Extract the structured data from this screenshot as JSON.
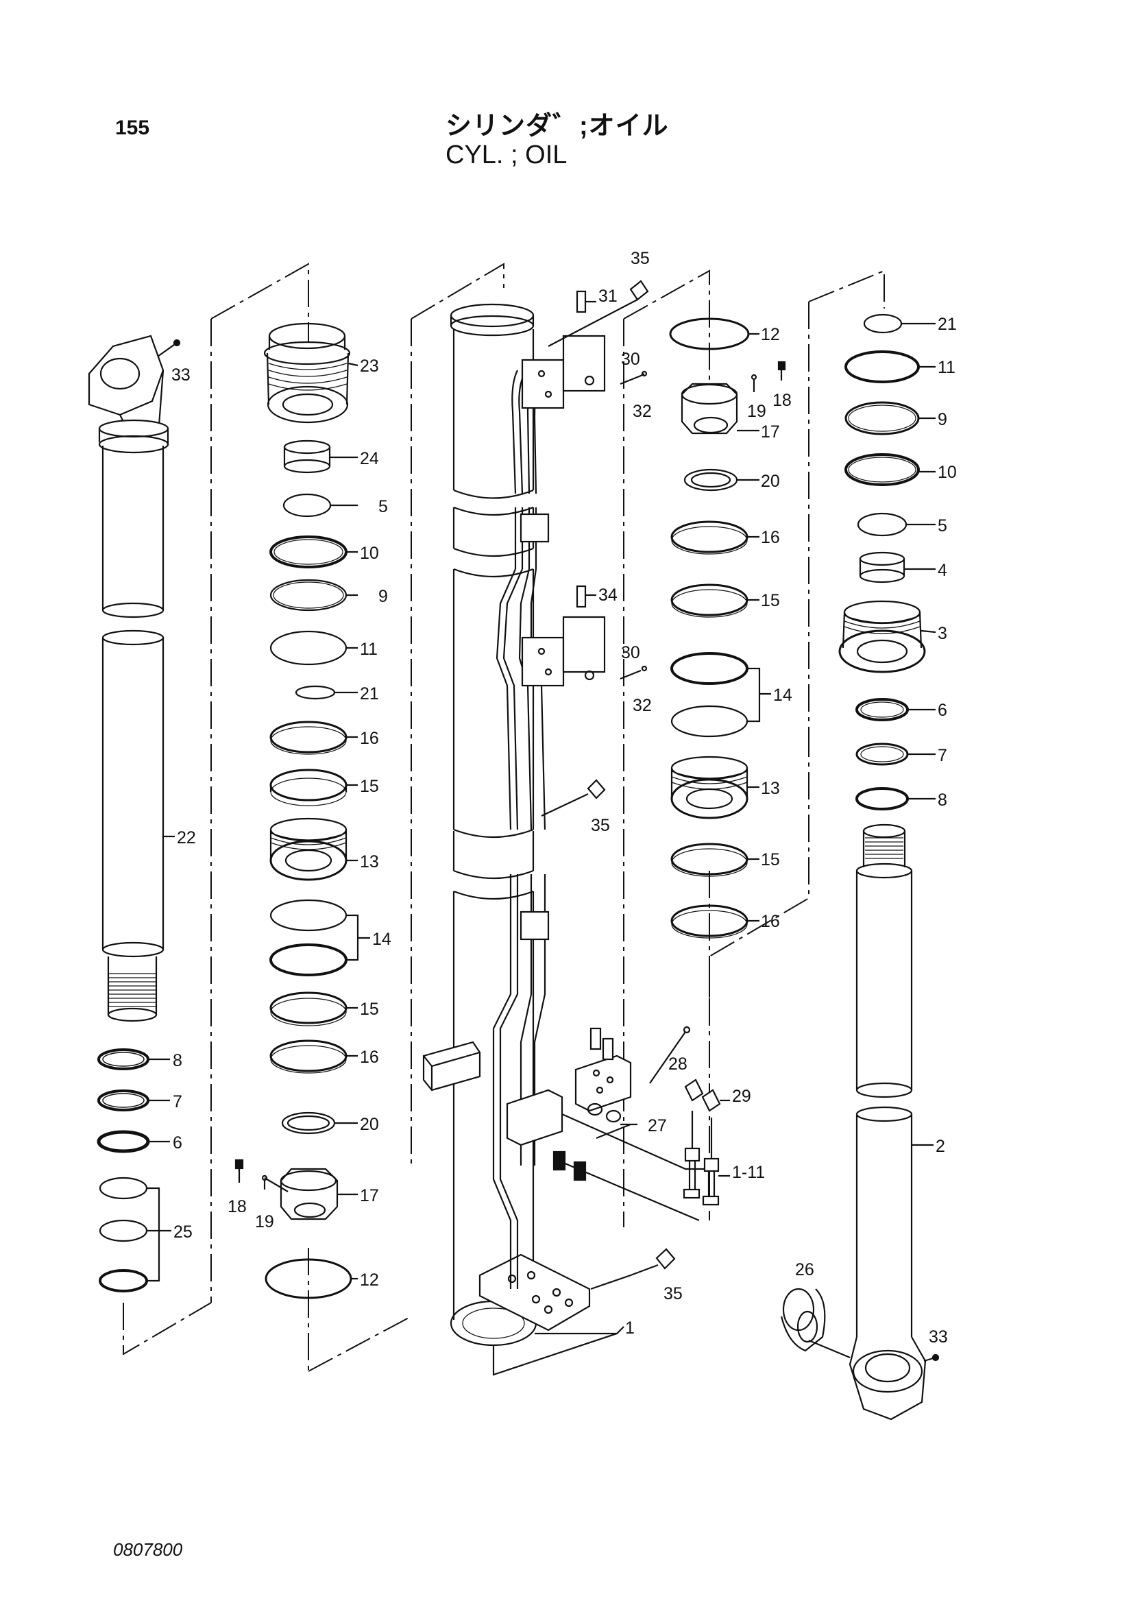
{
  "page_number": "155",
  "title_jp": "シリンダ゛;オイル",
  "title_en": "CYL. ; OIL",
  "drawing_number": "0807800",
  "labels": {
    "l33a": "33",
    "l22": "22",
    "l8a": "8",
    "l7a": "7",
    "l6a": "6",
    "l25": "25",
    "l23": "23",
    "l24": "24",
    "l5a": "5",
    "l10a": "10",
    "l9a": "9",
    "l11a": "11",
    "l21a": "21",
    "l16a": "16",
    "l15a": "15",
    "l13a": "13",
    "l14a": "14",
    "l15b": "15",
    "l16b": "16",
    "l20a": "20",
    "l18a": "18",
    "l19a": "19",
    "l17a": "17",
    "l12a": "12",
    "l35a": "35",
    "l31": "31",
    "l30a": "30",
    "l32a": "32",
    "l34": "34",
    "l30b": "30",
    "l32b": "32",
    "l35b": "35",
    "l28": "28",
    "l29": "29",
    "l27": "27",
    "l1_11": "1-11",
    "l35c": "35",
    "l1": "1",
    "l12b": "12",
    "l19b": "19",
    "l18b": "18",
    "l17b": "17",
    "l20b": "20",
    "l16c": "16",
    "l15c": "15",
    "l14b": "14",
    "l13b": "13",
    "l15d": "15",
    "l16d": "16",
    "l21b": "21",
    "l11b": "11",
    "l9b": "9",
    "l10b": "10",
    "l5b": "5",
    "l4": "4",
    "l3": "3",
    "l6b": "6",
    "l7b": "7",
    "l8b": "8",
    "l2": "2",
    "l26": "26",
    "l33b": "33"
  }
}
